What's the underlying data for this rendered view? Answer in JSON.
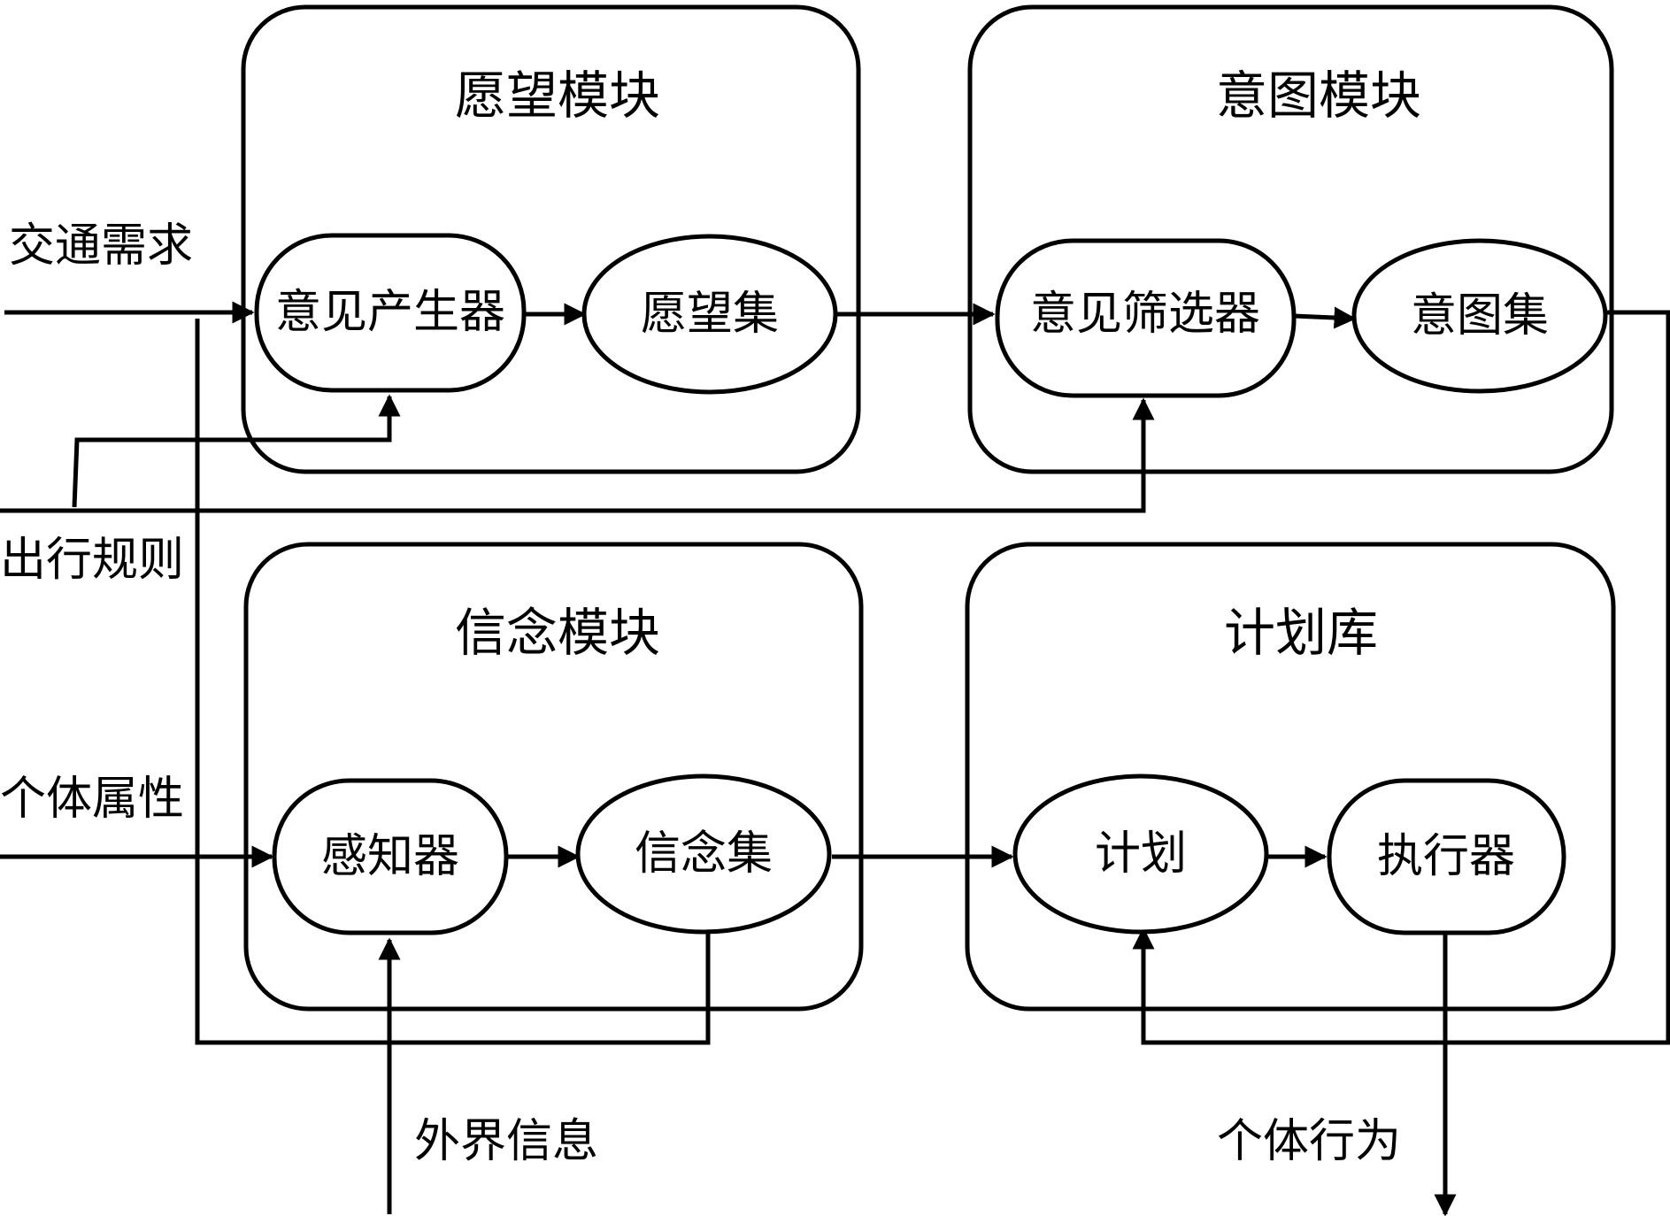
{
  "modules": {
    "desire": {
      "title": "愿望模块"
    },
    "intention": {
      "title": "意图模块"
    },
    "belief": {
      "title": "信念模块"
    },
    "plan_library": {
      "title": "计划库"
    }
  },
  "nodes": {
    "opinion_generator": "意见产生器",
    "desire_set": "愿望集",
    "opinion_filter": "意见筛选器",
    "intention_set": "意图集",
    "perceiver": "感知器",
    "belief_set": "信念集",
    "plan": "计划",
    "executor": "执行器"
  },
  "inputs": {
    "traffic_demand": "交通需求",
    "travel_rules": "出行规则",
    "individual_attributes": "个体属性",
    "external_info": "外界信息"
  },
  "outputs": {
    "individual_behavior": "个体行为"
  }
}
